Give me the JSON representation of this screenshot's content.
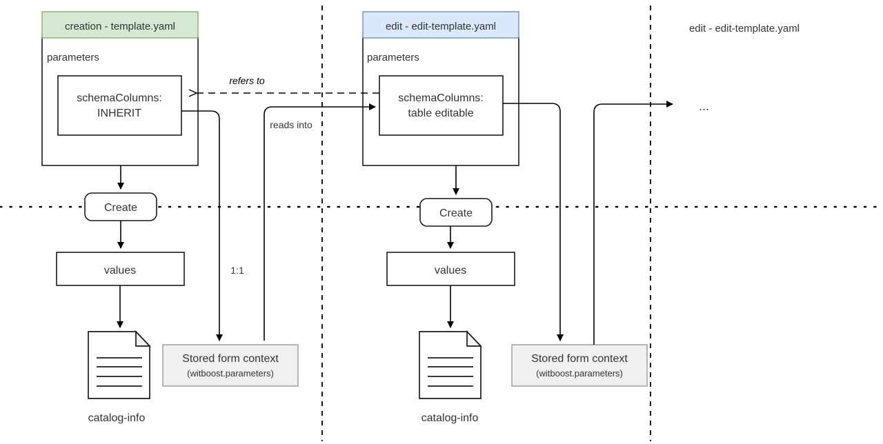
{
  "diagram": {
    "title_green": "creation - template.yaml",
    "title_blue": "edit - edit-template.yaml",
    "title_plain": "edit - edit-template.yaml",
    "colors": {
      "green_fill": "#d5e8d4",
      "green_stroke": "#82b366",
      "blue_fill": "#dae8fc",
      "blue_stroke": "#6c8ebf",
      "gray_fill": "#f0f0f0",
      "gray_stroke": "#999999",
      "line": "#000000",
      "text": "#333333"
    },
    "lanes": [
      {
        "name": "creation-lane",
        "label": "creation - template.yaml"
      },
      {
        "name": "edit-lane",
        "label": "edit - edit-template.yaml"
      },
      {
        "name": "next-lane",
        "label": "edit - edit-template.yaml"
      }
    ],
    "creation": {
      "section_label": "parameters",
      "param_line1": "schemaColumns:",
      "param_line2": "INHERIT",
      "create_label": "Create",
      "values_label": "values",
      "doc_label": "catalog-info",
      "store_line1": "Stored form context",
      "store_line2": "(witboost.parameters)"
    },
    "edit": {
      "section_label": "parameters",
      "param_line1": "schemaColumns:",
      "param_line2": "table editable",
      "create_label": "Create",
      "values_label": "values",
      "doc_label": "catalog-info",
      "store_line1": "Stored form context",
      "store_line2": "(witboost.parameters)"
    },
    "edges": {
      "refers_to": "refers to",
      "reads_into": "reads into",
      "one_to_one": "1:1",
      "ellipsis": "..."
    }
  }
}
